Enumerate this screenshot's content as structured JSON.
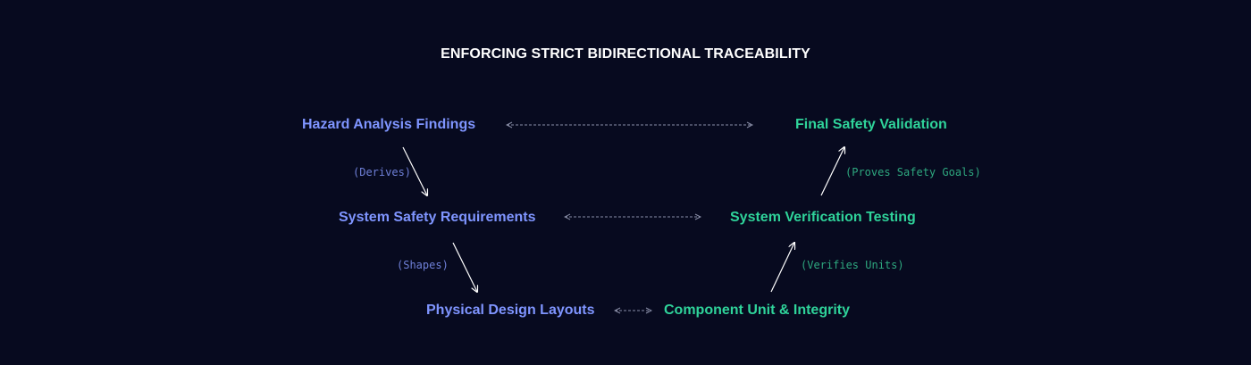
{
  "title": "ENFORCING STRICT BIDIRECTIONAL TRACEABILITY",
  "left_chain": {
    "hazard": "Hazard Analysis Findings",
    "requirements": "System Safety Requirements",
    "design": "Physical Design Layouts"
  },
  "right_chain": {
    "validation": "Final Safety Validation",
    "verification": "System Verification Testing",
    "component": "Component Unit & Integrity"
  },
  "edge_labels": {
    "derives": "(Derives)",
    "shapes": "(Shapes)",
    "proves": "(Proves Safety Goals)",
    "verifies": "(Verifies Units)"
  },
  "colors": {
    "background": "#070a1f",
    "title": "#ffffff",
    "left_nodes": "#7f95ff",
    "right_nodes": "#2fd39a",
    "connector": "#ffffff",
    "trace_link": "#8a8fa8"
  }
}
